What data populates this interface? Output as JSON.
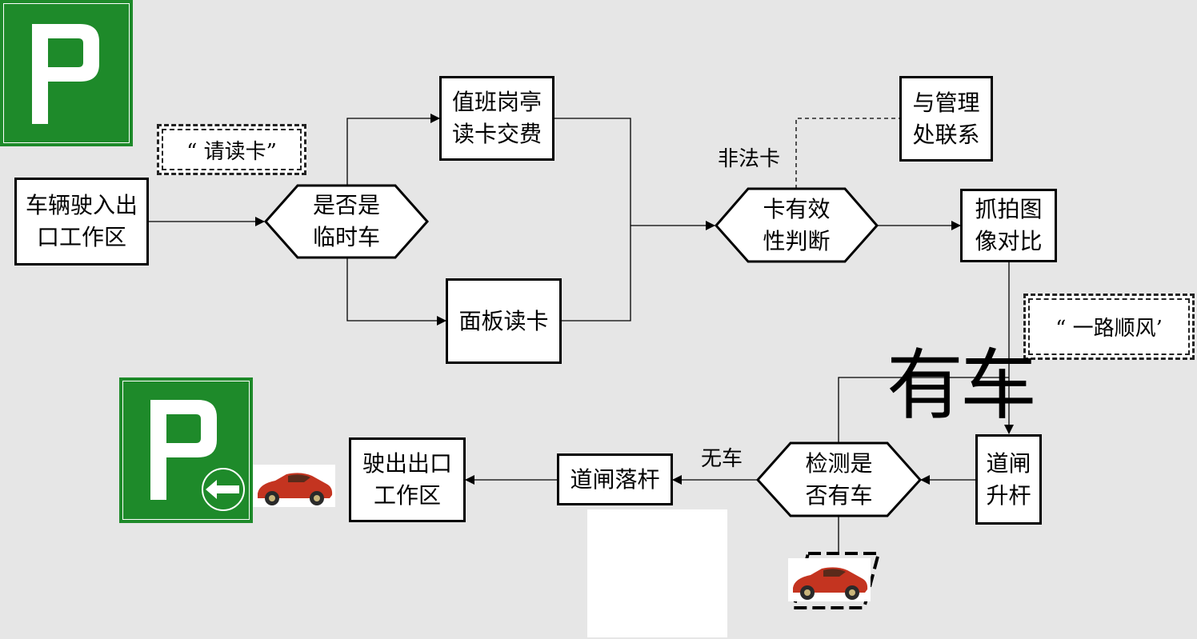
{
  "nodes": {
    "enter_zone": "车辆驶入出\n口工作区",
    "temp_car_check": "是否是\n临时车",
    "booth_pay": "值班岗亭\n读卡交费",
    "panel_read": "面板读卡",
    "card_valid": "卡有效\n性判断",
    "contact_mgmt": "与管理\n处联系",
    "capture_compare": "抓拍图\n像对比",
    "gate_raise": "道闸\n升杆",
    "car_detect": "检测是\n否有车",
    "gate_lower": "道闸落杆",
    "exit_zone": "驶出出口\n工作区"
  },
  "callouts": {
    "please_read": "“  请读卡”",
    "bon_voyage": "“  一路顺风’"
  },
  "edge_labels": {
    "illegal_card": "非法卡",
    "no_car": "无车",
    "has_car": "有车"
  },
  "colors": {
    "sign_green": "#1e8a2a",
    "car_red": "#c43420",
    "background": "#e6e6e6"
  },
  "icons": {
    "parking_sign": "parking-P-icon",
    "exit_arrow": "left-arrow-icon",
    "car": "red-car-icon"
  }
}
